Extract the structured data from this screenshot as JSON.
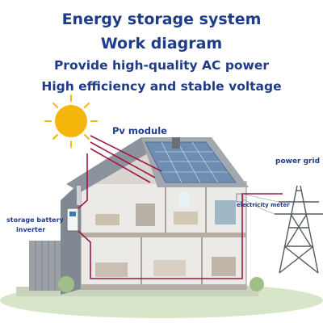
{
  "headings": {
    "line1": "Energy storage system",
    "line2": "Work diagram",
    "line3": "Provide high-quality AC power",
    "line4": "High efficiency and stable voltage"
  },
  "labels": {
    "pv_module": "Pv module",
    "power_grid": "power grid",
    "electricity_meter": "electricity meter",
    "inverter_line1": "storage battery",
    "inverter_line2": "inverter"
  },
  "colors": {
    "heading": "#1f3c8a",
    "wire": "#9c1848",
    "sun": "#f6b60b",
    "roof": "#8d939c",
    "solar_panel": "#6f8db0"
  }
}
